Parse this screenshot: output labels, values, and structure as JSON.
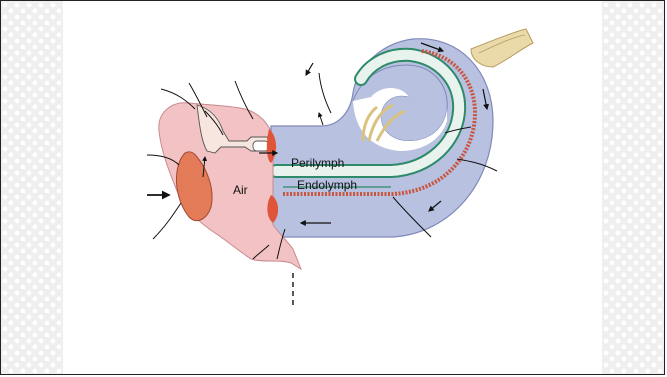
{
  "diagram": {
    "labels": {
      "air": "Air",
      "perilymph": "Perilymph",
      "endolymph": "Endolymph"
    },
    "colors": {
      "middle_ear": "#f2c2c4",
      "cochlea": "#b8c0e0",
      "endolymph_duct": "#e6f2ec",
      "membrane_red": "#e0553a",
      "nerve": "#e9d6a8"
    }
  }
}
